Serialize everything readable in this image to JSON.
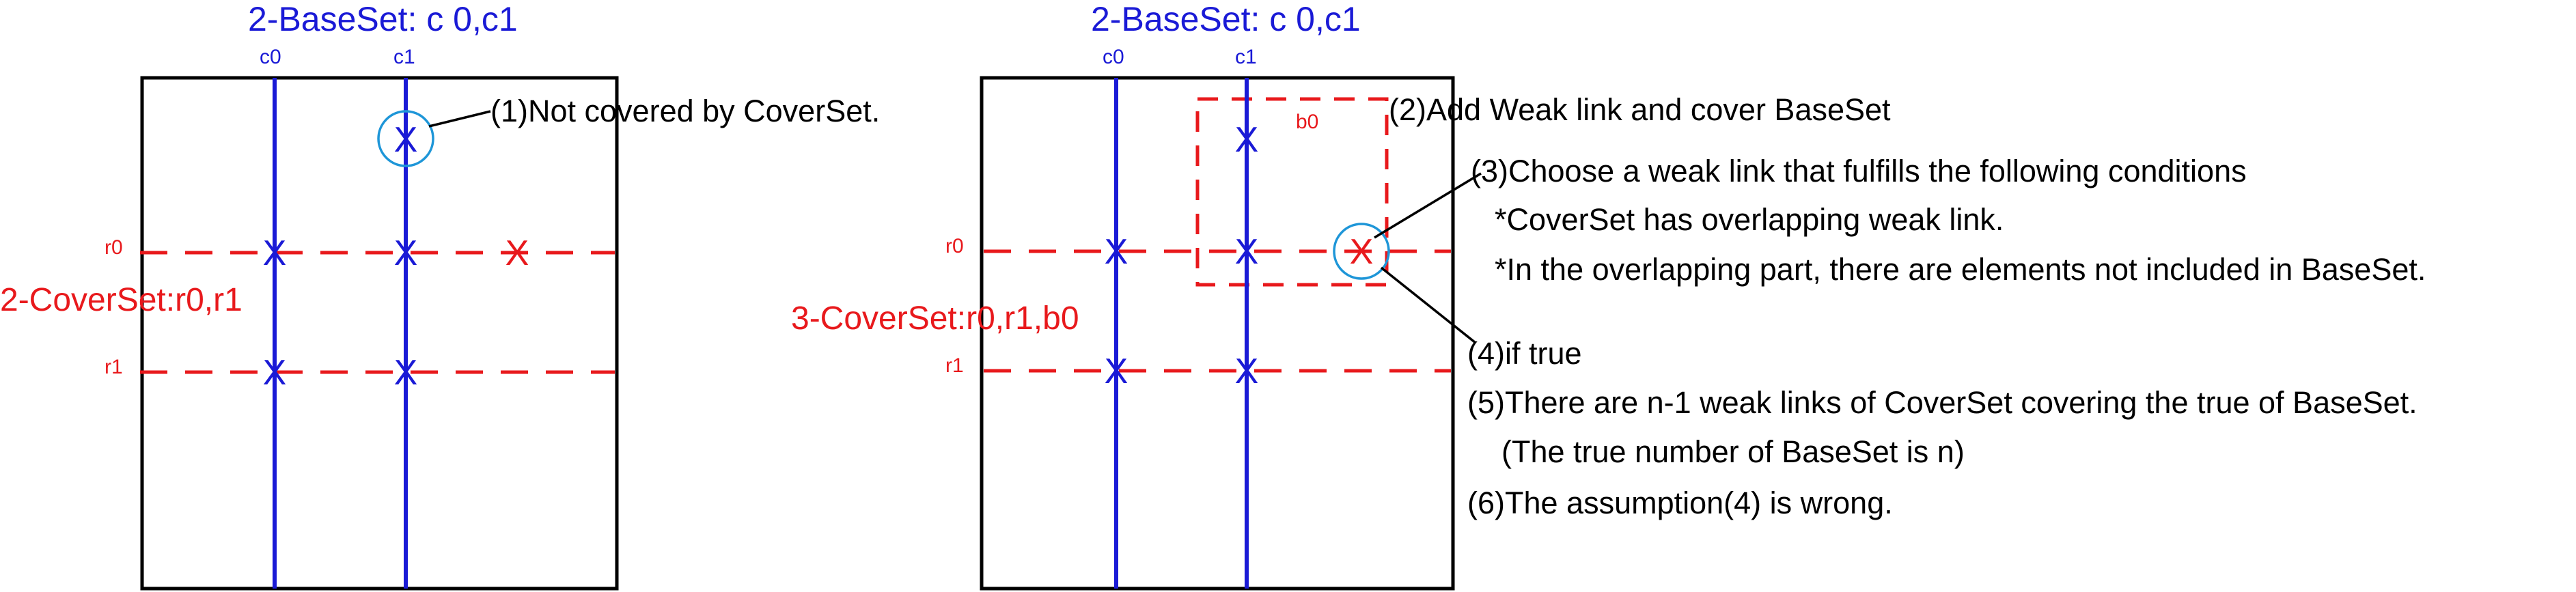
{
  "left": {
    "title": "2-BaseSet: c 0,c1",
    "col_labels": [
      "c0",
      "c1"
    ],
    "row_labels": [
      "r0",
      "r1"
    ],
    "coverset_label": "2-CoverSet:r0,r1",
    "marks": {
      "top_c1": "X",
      "r0_c0": "X",
      "r0_c1": "X",
      "r0_right": "X",
      "r1_c0": "X",
      "r1_c1": "X"
    },
    "note1": "(1)Not covered by CoverSet."
  },
  "right": {
    "title": "2-BaseSet: c 0,c1",
    "col_labels": [
      "c0",
      "c1"
    ],
    "row_labels": [
      "r0",
      "r1"
    ],
    "box_label": "b0",
    "coverset_label": "3-CoverSet:r0,r1,b0",
    "marks": {
      "b0_top": "X",
      "r0_c0": "X",
      "r0_c1": "X",
      "r0_b0": "X",
      "r1_c0": "X",
      "r1_c1": "X"
    }
  },
  "notes": {
    "n2": "(2)Add Weak link and cover BaseSet",
    "n3": "(3)Choose a weak link that fulfills the following conditions",
    "n3a": "*CoverSet has overlapping weak link.",
    "n3b": "*In the overlapping part, there are elements not included in BaseSet.",
    "n4": "(4)if true",
    "n5": "(5)There are n-1 weak links of CoverSet covering the true of BaseSet.",
    "n5a": "(The true number of BaseSet is n)",
    "n6": "(6)The assumption(4) is wrong."
  },
  "colors": {
    "base_lines": "#1a1ad6",
    "cover_lines": "#e8191c",
    "circle": "#1e96d8"
  }
}
